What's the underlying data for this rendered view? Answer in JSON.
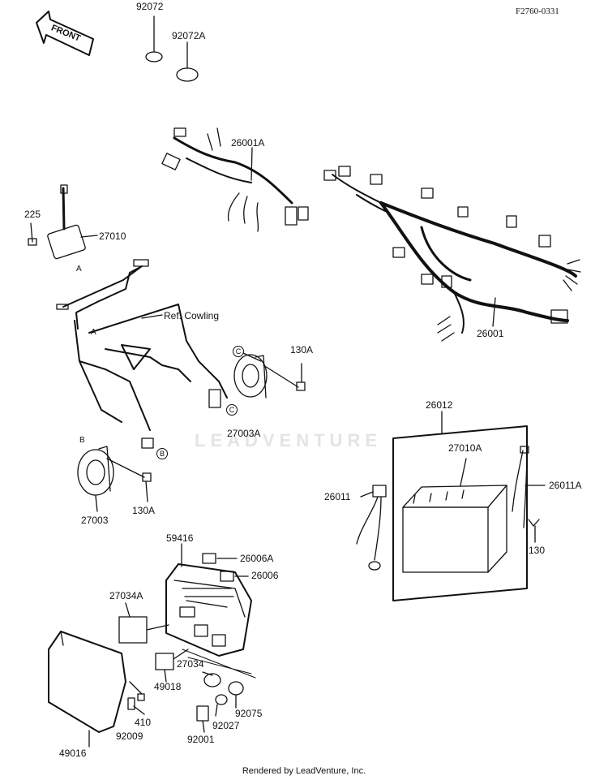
{
  "figure_id": "F2760-0331",
  "front_arrow_label": "FRONT",
  "watermark": "LEADVENTURE",
  "footer": "Rendered by LeadVenture, Inc.",
  "ref_note": "Ref. Cowling",
  "parts": {
    "p92072": "92072",
    "p92072A": "92072A",
    "p26001A": "26001A",
    "p225": "225",
    "p27010": "27010",
    "p26001": "26001",
    "p130A_top": "130A",
    "p27003A": "27003A",
    "p26012": "26012",
    "p27010A": "27010A",
    "p26011": "26011",
    "p26011A": "26011A",
    "p130": "130",
    "p27003": "27003",
    "p130A_bottom": "130A",
    "p59416": "59416",
    "p26006A": "26006A",
    "p26006": "26006",
    "p27034A": "27034A",
    "p27034": "27034",
    "p49018": "49018",
    "p410": "410",
    "p92009": "92009",
    "p49016": "49016",
    "p92075": "92075",
    "p92027": "92027",
    "p92001": "92001"
  },
  "refs": {
    "a1": "A",
    "a2": "A",
    "b1": "B",
    "b2": "B",
    "c1": "C",
    "c2": "C"
  }
}
